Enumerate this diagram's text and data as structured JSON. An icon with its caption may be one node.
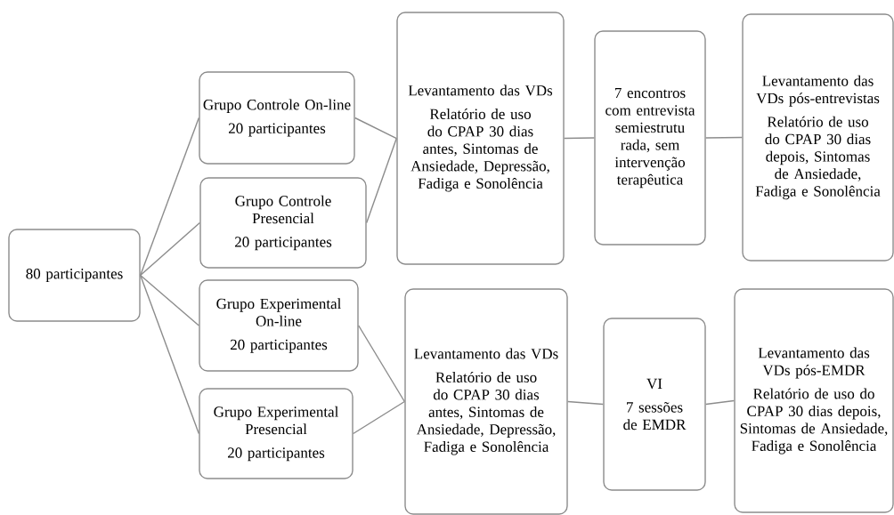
{
  "diagram": {
    "nodes": [
      {
        "text": [
          "80 participantes"
        ]
      },
      {
        "text": [
          "Grupo Controle On-line",
          "20 participantes"
        ]
      },
      {
        "text": [
          "Grupo Controle Presencial",
          "20 participantes"
        ]
      },
      {
        "text": [
          "Grupo Experimental On-line",
          "20 participantes"
        ]
      },
      {
        "text": [
          "Grupo Experimental Presencial",
          "20 participantes"
        ]
      },
      {
        "text": [
          "Levantamento das VDs",
          "Relatório de uso do CPAP 30 dias antes, Sintomas de Ansiedade, Depressão, Fadiga e Sonolência"
        ]
      },
      {
        "text": [
          "7 encontros com entrevista semiestrutu rada, sem intervenção terapêutica"
        ]
      },
      {
        "text": [
          "Levantamento das VDs pós-entrevistas",
          "Relatório de uso do CPAP 30 dias depois, Sintomas de Ansiedade, Fadiga e Sonolência"
        ]
      },
      {
        "text": [
          "Levantamento das VDs",
          "Relatório de uso do CPAP 30 dias antes, Sintomas de Ansiedade, Depressão, Fadiga e Sonolência"
        ]
      },
      {
        "text": [
          "VI",
          "7 sessões de EMDR"
        ]
      },
      {
        "text": [
          "Levantamento das VDs pós-EMDR",
          "Relatório de uso do CPAP 30 dias depois, Sintomas de Ansiedade, Fadiga e Sonolência"
        ]
      }
    ],
    "edges": [
      {
        "from": 0,
        "to": 1,
        "arrow": "none"
      },
      {
        "from": 0,
        "to": 2,
        "arrow": "none"
      },
      {
        "from": 0,
        "to": 3,
        "arrow": "none"
      },
      {
        "from": 0,
        "to": 4,
        "arrow": "none"
      },
      {
        "from": 1,
        "to": 5,
        "arrow": "none"
      },
      {
        "from": 2,
        "to": 5,
        "arrow": "none"
      },
      {
        "from": 3,
        "to": 8,
        "arrow": "none"
      },
      {
        "from": 4,
        "to": 8,
        "arrow": "none"
      },
      {
        "from": 5,
        "to": 6,
        "arrow": "none"
      },
      {
        "from": 6,
        "to": 7,
        "arrow": "none"
      },
      {
        "from": 8,
        "to": 9,
        "arrow": "none"
      },
      {
        "from": 9,
        "to": 10,
        "arrow": "none"
      }
    ]
  }
}
